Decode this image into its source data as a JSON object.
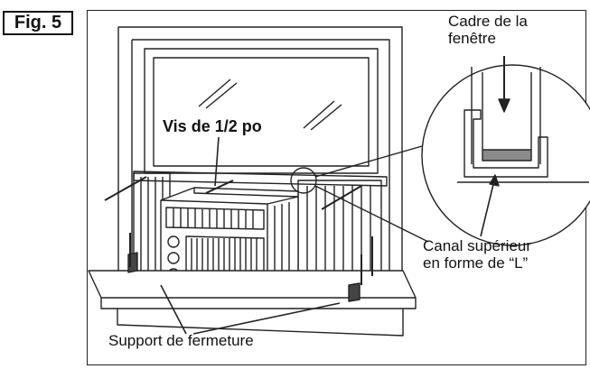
{
  "figure": {
    "label": "Fig. 5"
  },
  "labels": {
    "screw": "Vis de 1/2 po",
    "window_frame_line1": "Cadre de la",
    "window_frame_line2": "fenêtre",
    "top_channel_line1": "Canal supérieur",
    "top_channel_line2": "en forme de “L”",
    "closing_bracket": "Support de fermeture"
  },
  "colors": {
    "line": "#222222",
    "background": "#ffffff",
    "gray": "#8a8a8a"
  }
}
